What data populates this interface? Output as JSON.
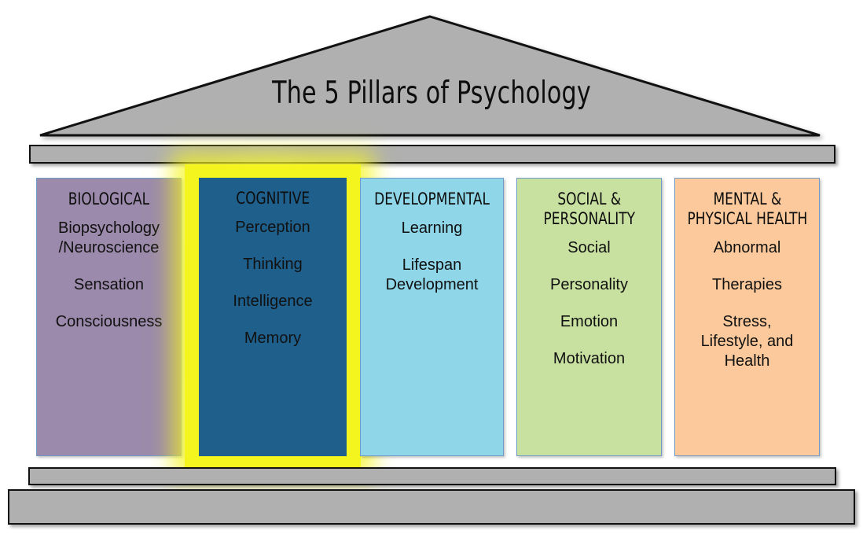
{
  "diagram": {
    "title": "The 5 Pillars of Psychology",
    "pediment_fill": "#b0b0b0",
    "beam_fill": "#b0b0b0",
    "highlight_color": "#f4f41e",
    "highlighted_pillar": "COGNITIVE"
  },
  "pillars": [
    {
      "id": "biological",
      "heading": "BIOLOGICAL",
      "color": "#9b8aab",
      "border": "#6f9ac8",
      "highlighted": false,
      "items": [
        "Biopsychology\n/Neuroscience",
        "Sensation",
        "Consciousness"
      ]
    },
    {
      "id": "cognitive",
      "heading": "COGNITIVE",
      "color": "#1f5f8b",
      "border": "#f4f41e",
      "highlighted": true,
      "items": [
        "Perception",
        "Thinking",
        "Intelligence",
        "Memory"
      ]
    },
    {
      "id": "developmental",
      "heading": "DEVELOPMENTAL",
      "color": "#8ed6e8",
      "border": "#6f9ac8",
      "highlighted": false,
      "items": [
        "Learning",
        "Lifespan\nDevelopment"
      ]
    },
    {
      "id": "social-personality",
      "heading": "SOCIAL &\nPERSONALITY",
      "color": "#c8e0a0",
      "border": "#6f9ac8",
      "highlighted": false,
      "items": [
        "Social",
        "Personality",
        "Emotion",
        "Motivation"
      ]
    },
    {
      "id": "mental-physical-health",
      "heading": "MENTAL &\nPHYSICAL HEALTH",
      "color": "#fbc99b",
      "border": "#6f9ac8",
      "highlighted": false,
      "items": [
        "Abnormal",
        "Therapies",
        "Stress,\nLifestyle, and\nHealth"
      ]
    }
  ]
}
